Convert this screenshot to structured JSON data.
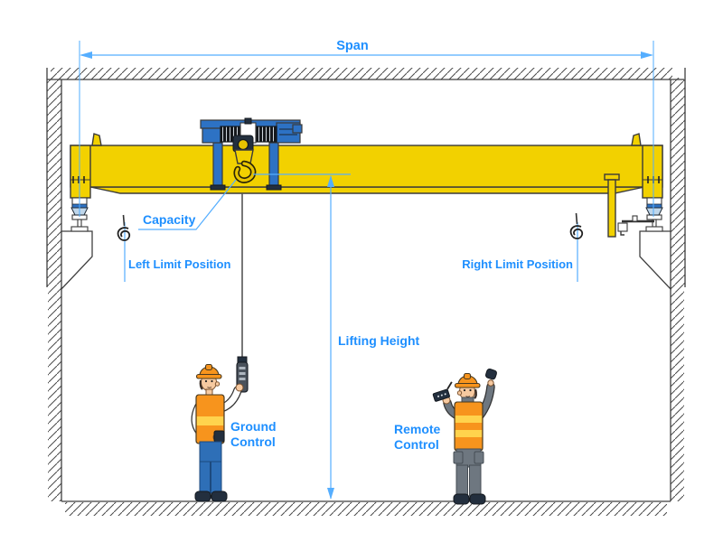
{
  "diagram": {
    "type": "overhead-bridge-crane-schematic",
    "labels": {
      "span": "Span",
      "capacity": "Capacity",
      "left_limit": "Left Limit Position",
      "right_limit": "Right Limit Position",
      "lifting_height": "Lifting Height",
      "ground_control_line1": "Ground",
      "ground_control_line2": "Control",
      "remote_control_line1": "Remote",
      "remote_control_line2": "Control"
    },
    "colors": {
      "label-blue": "#1e8fff",
      "dim-blue": "#55aeff",
      "girder-yellow": "#f2d100",
      "trolley-blue": "#2d72c4",
      "outline-dark": "#3a3a3a",
      "helmet-orange": "#f7941d",
      "vest-orange": "#f7941d",
      "stripe-yellow": "#ffd34d",
      "pants-blue": "#2e6fb7",
      "gray-suit": "#6e7780",
      "skin": "#f6c9a0",
      "dark-navy": "#232f3e",
      "cable-gray": "#555555"
    }
  }
}
